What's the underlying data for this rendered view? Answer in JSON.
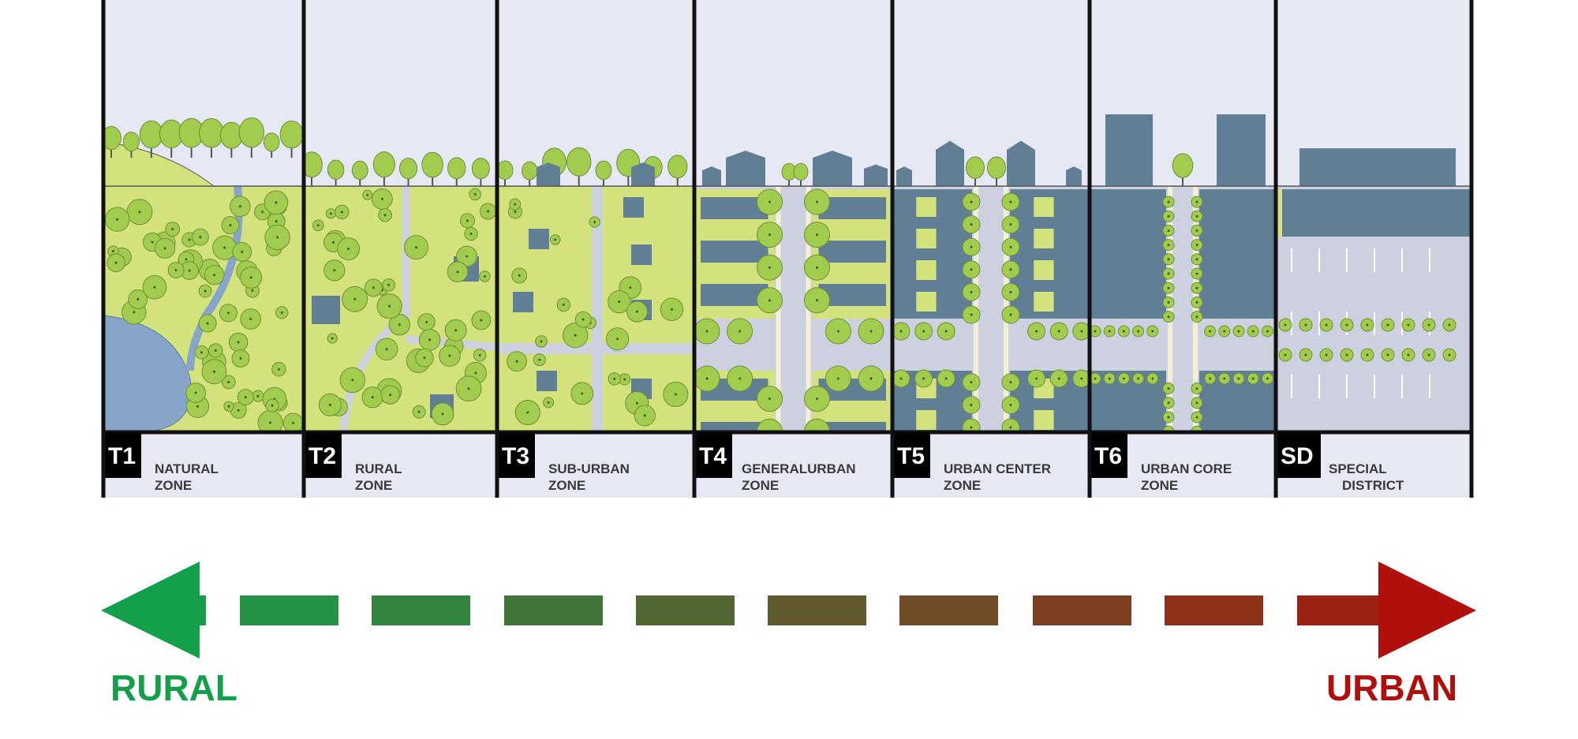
{
  "zones": [
    {
      "code": "T1",
      "name_line1": "NATURAL",
      "name_line2": "ZONE"
    },
    {
      "code": "T2",
      "name_line1": "RURAL",
      "name_line2": "ZONE"
    },
    {
      "code": "T3",
      "name_line1": "SUB-URBAN",
      "name_line2": "ZONE"
    },
    {
      "code": "T4",
      "name_line1": "GENERALURBAN",
      "name_line2": "ZONE"
    },
    {
      "code": "T5",
      "name_line1": "URBAN CENTER",
      "name_line2": "ZONE"
    },
    {
      "code": "T6",
      "name_line1": "URBAN CORE",
      "name_line2": "ZONE"
    },
    {
      "code": "SD",
      "name_line1": "SPECIAL",
      "name_line2": "DISTRICT"
    }
  ],
  "scale": {
    "left_label": "RURAL",
    "right_label": "URBAN",
    "left_color": "#14a04a",
    "right_color": "#b0100c"
  },
  "colors": {
    "sky": "#e6e8f4",
    "ground": "#d3e27c",
    "tree": "#a2cc4e",
    "building": "#617f94",
    "road": "#cdd0de",
    "water": "#86a5c8"
  }
}
